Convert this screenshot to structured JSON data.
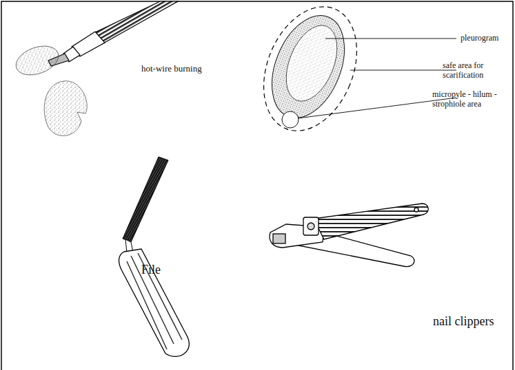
{
  "diagram": {
    "labels": [
      "hot-wire burning",
      "pleurogram",
      "safe area for scarification",
      "micropyle - hilum - strophiole area",
      "File",
      "nail clippers"
    ]
  }
}
